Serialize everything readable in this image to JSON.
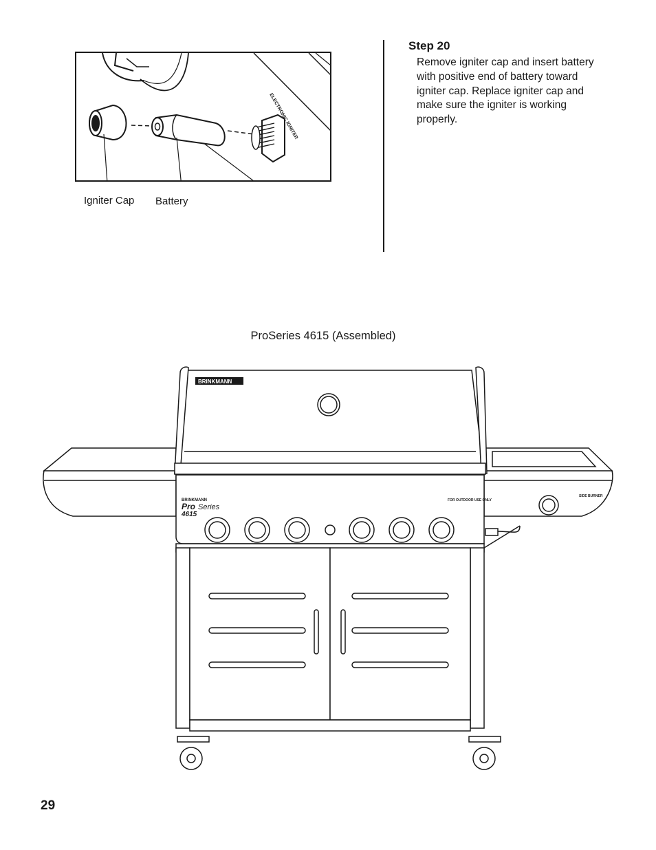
{
  "figure_top": {
    "labels": {
      "igniter_cap": "Igniter Cap",
      "battery": "Battery"
    },
    "housing_text": "ELECTRONIC IGNITER"
  },
  "step": {
    "title": "Step 20",
    "body": "Remove igniter cap and insert battery with positive end of battery toward igniter cap. Replace igniter cap and make sure the igniter is working properly."
  },
  "figure_bottom": {
    "caption": "ProSeries 4615 (Assembled)",
    "lid_logo": "BRINKMANN",
    "panel_brand": "BRINKMANN",
    "panel_model_pro": "Pro",
    "panel_model_series": "Series",
    "panel_model_number": "4615",
    "panel_outdoor": "FOR OUTDOOR USE ONLY",
    "side_burner_title": "SIDE BURNER"
  },
  "page_number": "29"
}
